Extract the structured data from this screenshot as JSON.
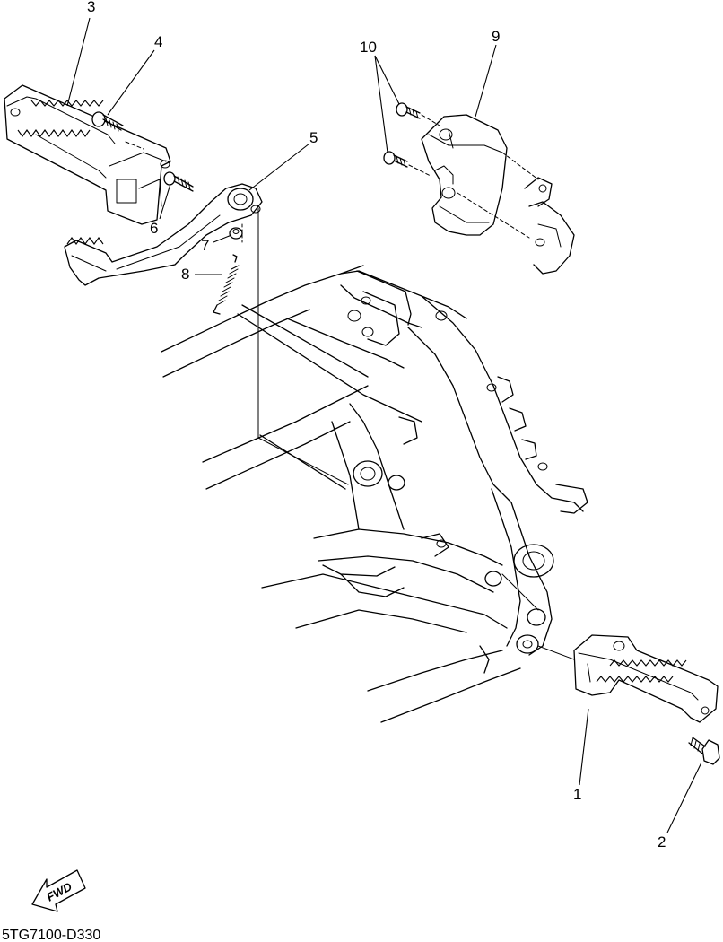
{
  "diagram": {
    "callouts": [
      {
        "id": "c1",
        "text": "1"
      },
      {
        "id": "c2",
        "text": "2"
      },
      {
        "id": "c3",
        "text": "3"
      },
      {
        "id": "c4",
        "text": "4"
      },
      {
        "id": "c5",
        "text": "5"
      },
      {
        "id": "c6",
        "text": "6"
      },
      {
        "id": "c7",
        "text": "7"
      },
      {
        "id": "c8",
        "text": "8"
      },
      {
        "id": "c9",
        "text": "9"
      },
      {
        "id": "c10",
        "text": "10"
      }
    ],
    "forward_arrow": {
      "text": "FWD"
    },
    "drawing_code": "5TG7100-D330"
  }
}
